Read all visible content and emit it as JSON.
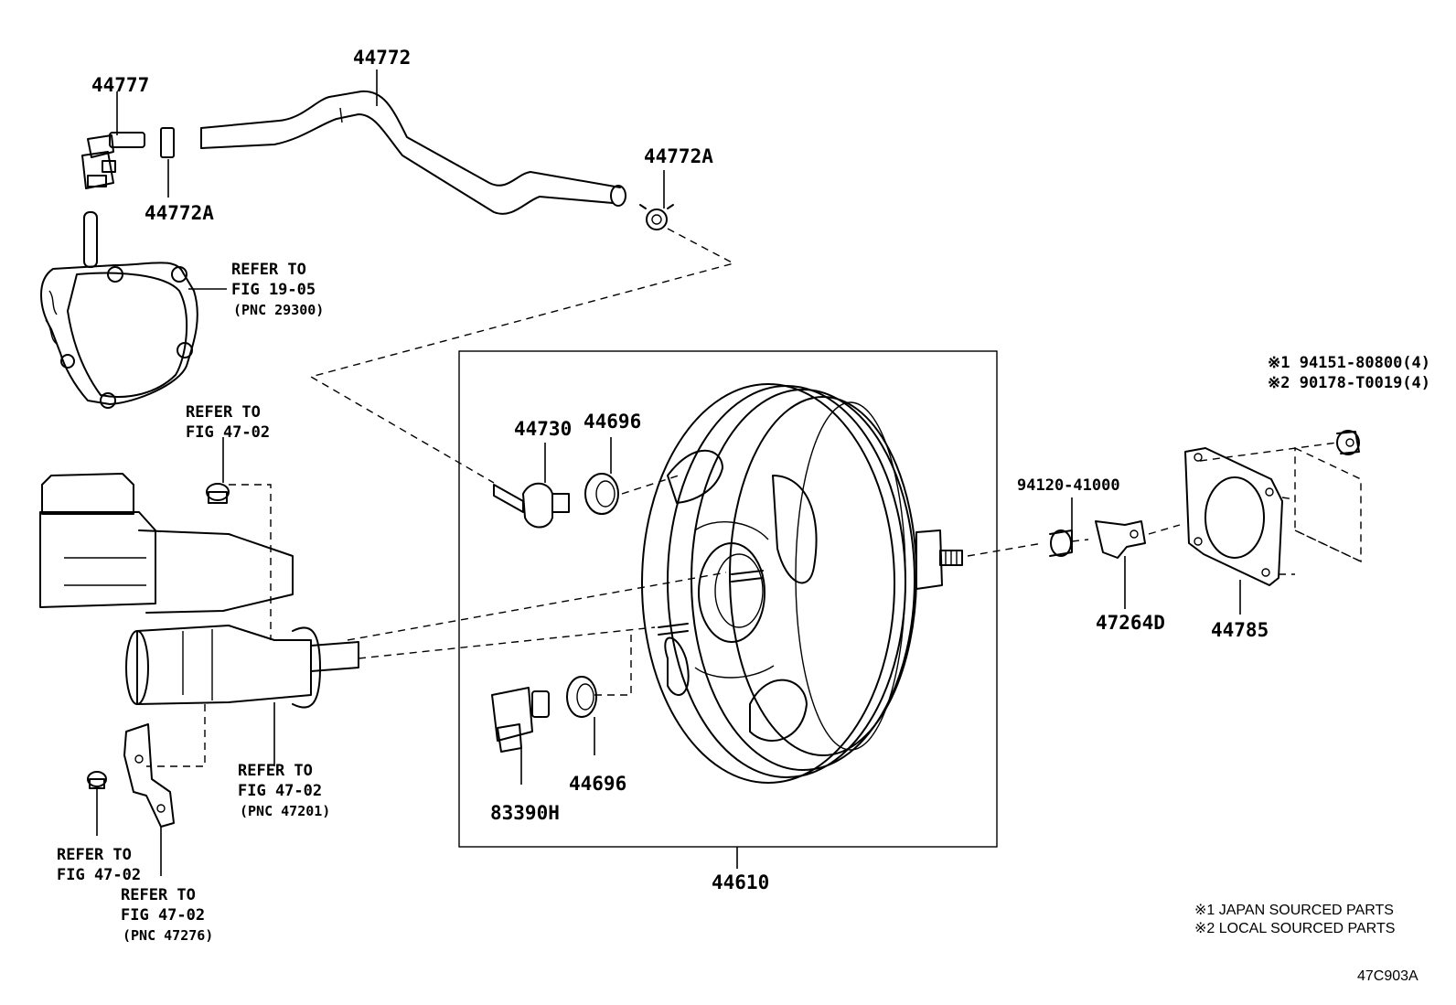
{
  "labels": {
    "p44777": "44777",
    "p44772": "44772",
    "p44772a_top": "44772A",
    "p44772a_left": "44772A",
    "p44730": "44730",
    "p44696_top": "44696",
    "p44696_bottom": "44696",
    "p83390h": "83390H",
    "p44610": "44610",
    "p94120": "94120-41000",
    "p47264d": "47264D",
    "p44785": "44785"
  },
  "refs": {
    "pump": {
      "line1": "REFER TO",
      "line2": "FIG 19-05",
      "line3": "(PNC 29300)"
    },
    "reservoir_cap": {
      "line1": "REFER TO",
      "line2": "FIG 47-02"
    },
    "master_cyl": {
      "line1": "REFER TO",
      "line2": "FIG 47-02",
      "line3": "(PNC 47201)"
    },
    "bottom_plug": {
      "line1": "REFER TO",
      "line2": "FIG 47-02"
    },
    "bracket": {
      "line1": "REFER TO",
      "line2": "FIG 47-02",
      "line3": "(PNC 47276)"
    }
  },
  "fasteners": {
    "line1": "※1 94151-80800(4)",
    "line2": "※2 90178-T0019(4)"
  },
  "notes": {
    "line1": "※1 JAPAN SOURCED PARTS",
    "line2": "※2 LOCAL SOURCED PARTS"
  },
  "figure_id": "47C903A"
}
